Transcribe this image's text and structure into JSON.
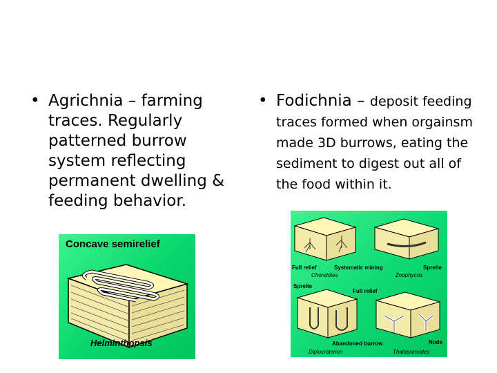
{
  "left": {
    "bullet": "•",
    "text": "Agrichnia – farming traces. Regularly patterned burrow system reflecting permanent dwelling & feeding behavior.",
    "figure": {
      "title": "Concave semirelief",
      "genus": "Helminthopsis"
    }
  },
  "right": {
    "bullet": "•",
    "term": "Fodichnia – ",
    "text": "deposit feeding traces formed when orgainsm made 3D burrows, eating the sediment to digest out all of the food within it.",
    "figure": {
      "labels": {
        "full_relief_1": "Full relief",
        "chondrites": "Chondrites",
        "systematic_mining": "Systematic mining",
        "zoophycos": "Zoophycos",
        "spreite_1": "Spreite",
        "spreite_2": "Spreite",
        "full_relief_2": "Full relief",
        "abandoned_burrow": "Abandoned burrow",
        "node": "Node",
        "diplocraterion": "Diplocraterion",
        "thalassinoides": "Thalassinoides"
      }
    }
  }
}
